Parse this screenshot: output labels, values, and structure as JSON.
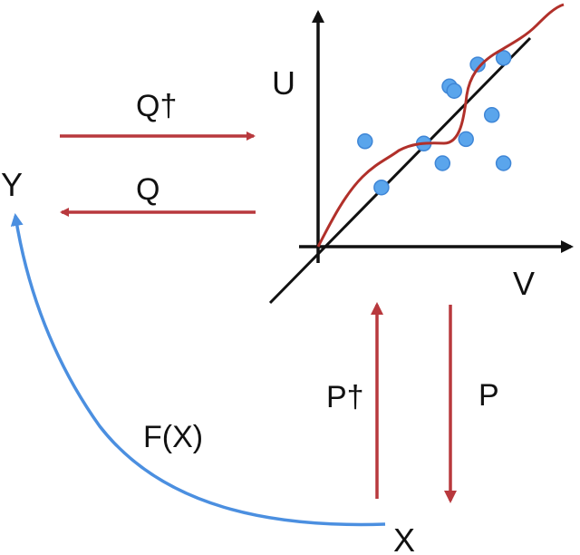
{
  "labels": {
    "u_axis": "U",
    "v_axis": "V",
    "y_node": "Y",
    "x_node": "X",
    "q_dagger": "Q†",
    "q": "Q",
    "p_dagger": "P†",
    "p": "P",
    "fx": "F(X)"
  },
  "colors": {
    "arrow_red": "#b8383d",
    "curve_red": "#b1302a",
    "arrow_blue": "#4b8fe0",
    "axis": "#111111",
    "point_fill": "#5aa5ec",
    "point_stroke": "#3f86d6"
  },
  "chart_data": {
    "type": "scatter",
    "xlabel": "V",
    "ylabel": "U",
    "points": [
      {
        "x": 0.2,
        "y": 0.48
      },
      {
        "x": 0.27,
        "y": 0.27
      },
      {
        "x": 0.45,
        "y": 0.47
      },
      {
        "x": 0.53,
        "y": 0.38
      },
      {
        "x": 0.56,
        "y": 0.73
      },
      {
        "x": 0.58,
        "y": 0.71
      },
      {
        "x": 0.63,
        "y": 0.49
      },
      {
        "x": 0.68,
        "y": 0.83
      },
      {
        "x": 0.74,
        "y": 0.6
      },
      {
        "x": 0.79,
        "y": 0.86
      },
      {
        "x": 0.79,
        "y": 0.38
      }
    ]
  }
}
